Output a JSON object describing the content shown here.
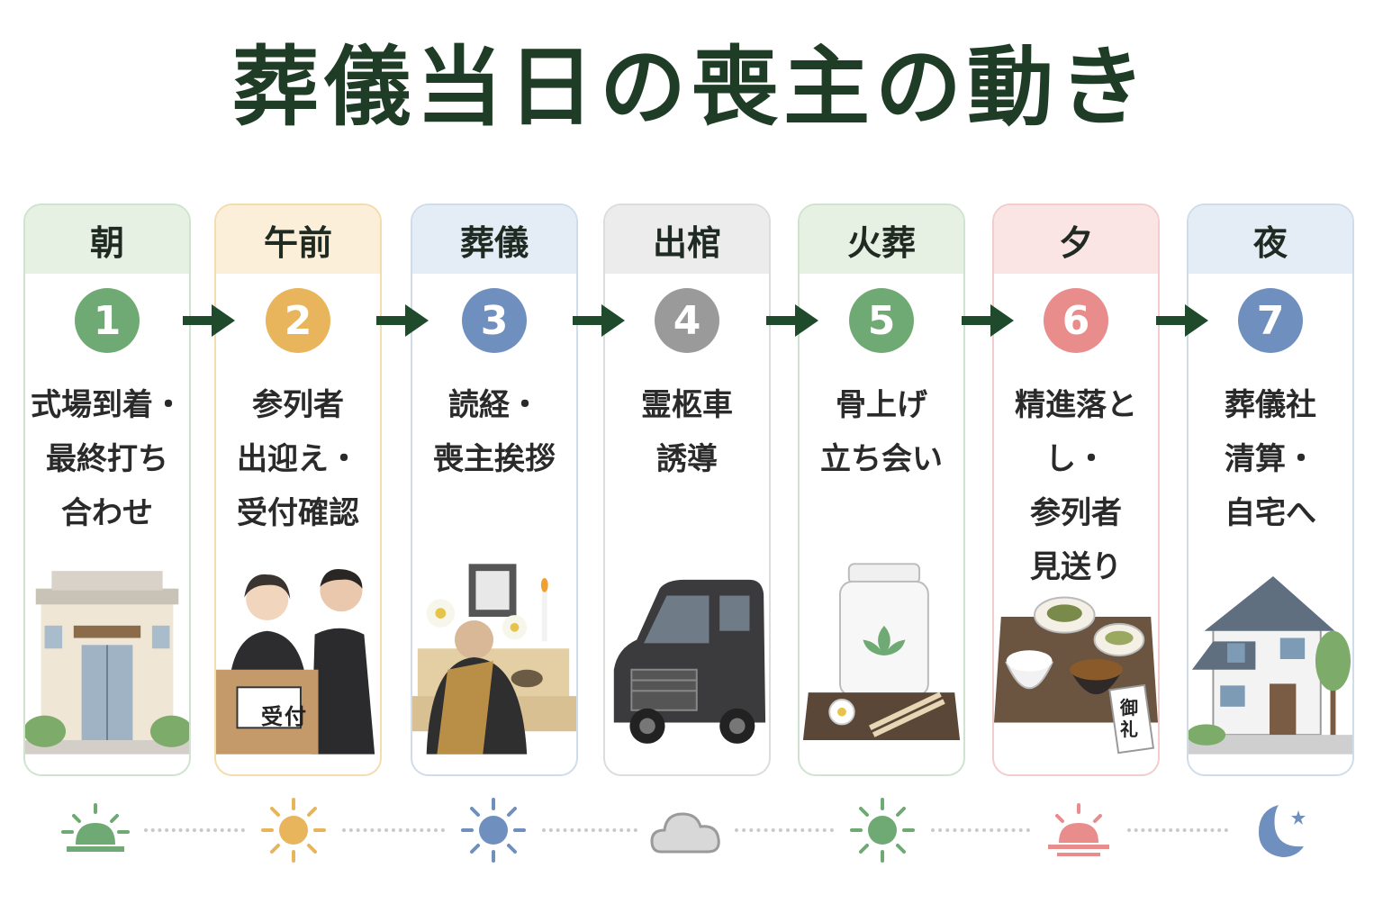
{
  "title": "葬儀当日の喪主の動き",
  "steps": [
    {
      "time": "朝",
      "number": "1",
      "text": "式場到着・\n最終打ち\n合わせ",
      "color": "#6fa973",
      "header_bg": "#e6f1e3",
      "border": "#cfe3cf",
      "illustration": "funeral-hall-illustration"
    },
    {
      "time": "午前",
      "number": "2",
      "text": "参列者\n出迎え・\n受付確認",
      "color": "#e8b45c",
      "header_bg": "#fbefd9",
      "border": "#f3dcae",
      "illustration": "reception-desk-illustration",
      "sign": "受付"
    },
    {
      "time": "葬儀",
      "number": "3",
      "text": "読経・\n喪主挨拶",
      "color": "#6f8fbf",
      "header_bg": "#e4edf6",
      "border": "#cfdcea",
      "illustration": "altar-monk-illustration"
    },
    {
      "time": "出棺",
      "number": "4",
      "text": "霊柩車\n誘導",
      "color": "#9a9a9a",
      "header_bg": "#ececec",
      "border": "#dcdcdc",
      "illustration": "hearse-illustration"
    },
    {
      "time": "火葬",
      "number": "5",
      "text": "骨上げ\n立ち会い",
      "color": "#6fa973",
      "header_bg": "#e6f1e3",
      "border": "#cfe3cf",
      "illustration": "urn-chopsticks-illustration"
    },
    {
      "time": "夕",
      "number": "6",
      "text": "精進落とし・\n参列者\n見送り",
      "color": "#e88c8c",
      "header_bg": "#fbe4e4",
      "border": "#f3cccc",
      "illustration": "meal-tray-illustration",
      "sign": "御礼"
    },
    {
      "time": "夜",
      "number": "7",
      "text": "葬儀社\n清算・\n自宅へ",
      "color": "#6f8fbf",
      "header_bg": "#e4edf6",
      "border": "#cfdcea",
      "illustration": "house-illustration"
    }
  ],
  "timeline_icons": [
    "sunrise-icon",
    "sun-icon",
    "sun-icon",
    "cloud-icon",
    "sun-icon",
    "sunset-icon",
    "moon-star-icon"
  ],
  "colors": {
    "title": "#1f3d26",
    "arrow": "#1f4a2c"
  }
}
